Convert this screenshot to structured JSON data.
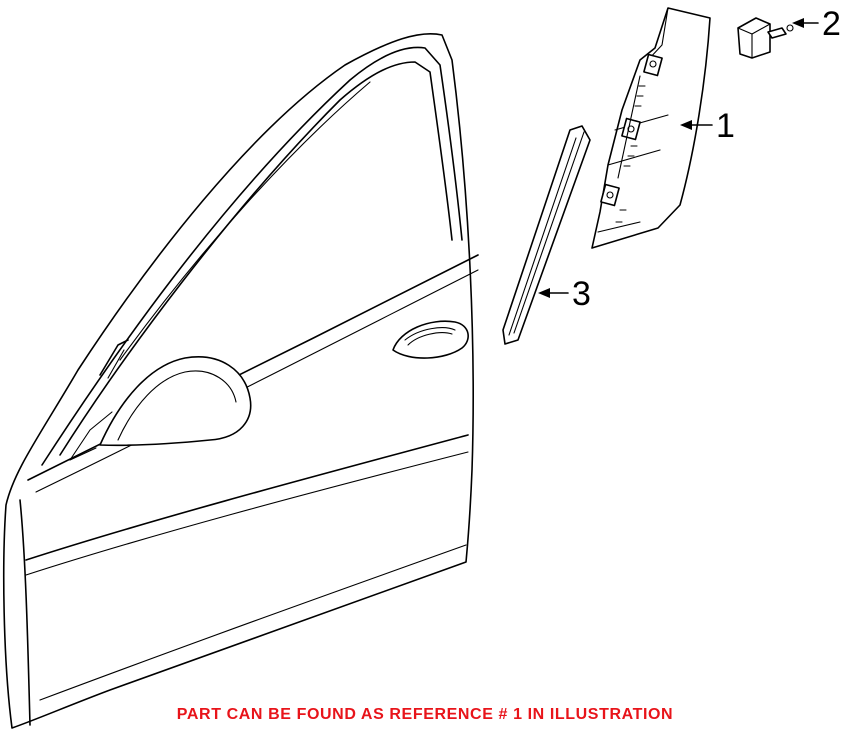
{
  "callouts": {
    "part_1": "1",
    "part_2": "2",
    "part_3": "3"
  },
  "note": {
    "text": "PART CAN BE FOUND AS REFERENCE # 1 IN ILLUSTRATION",
    "color": "#e8141a"
  },
  "parts": {
    "door": "front-door-panel",
    "mirror": "side-mirror",
    "handle": "door-handle",
    "part_1": "door-frame-moulding",
    "part_2": "mounting-clip",
    "part_3": "window-weatherstrip"
  }
}
